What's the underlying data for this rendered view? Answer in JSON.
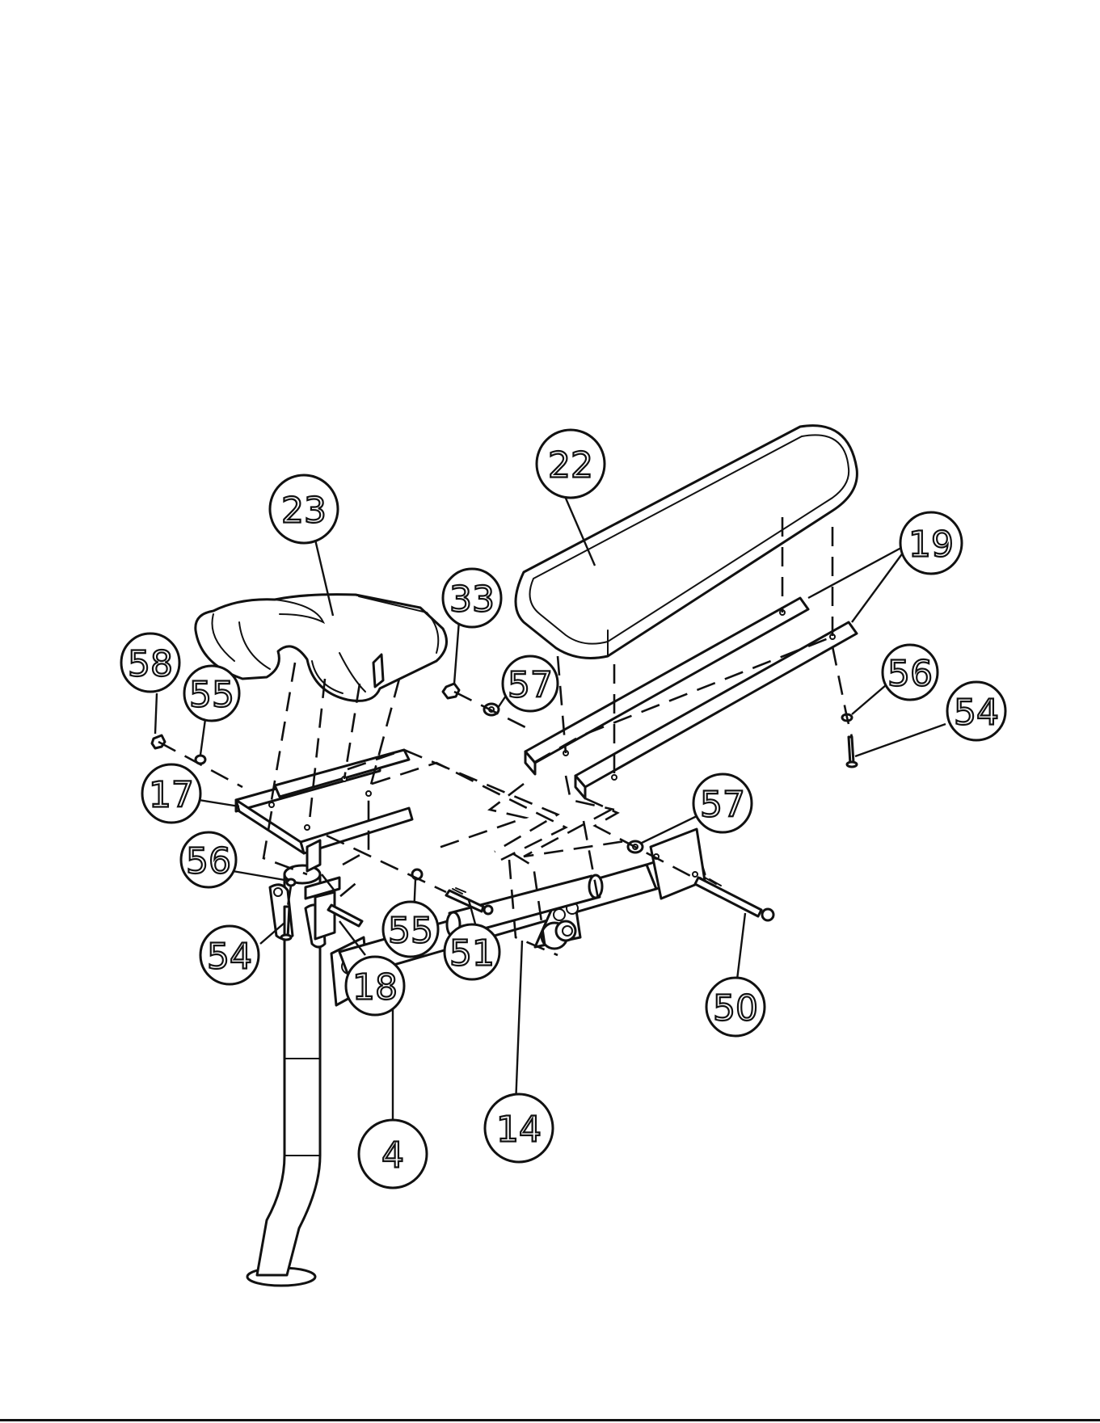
{
  "callouts": {
    "c22": "22",
    "c23": "23",
    "c19": "19",
    "c33": "33",
    "c57a": "57",
    "c58": "58",
    "c55a": "55",
    "c56a": "56",
    "c54a": "54",
    "c17": "17",
    "c57b": "57",
    "c56b": "56",
    "c54b": "54",
    "c55b": "55",
    "c51": "51",
    "c18": "18",
    "c50": "50",
    "c4": "4",
    "c14": "14"
  }
}
